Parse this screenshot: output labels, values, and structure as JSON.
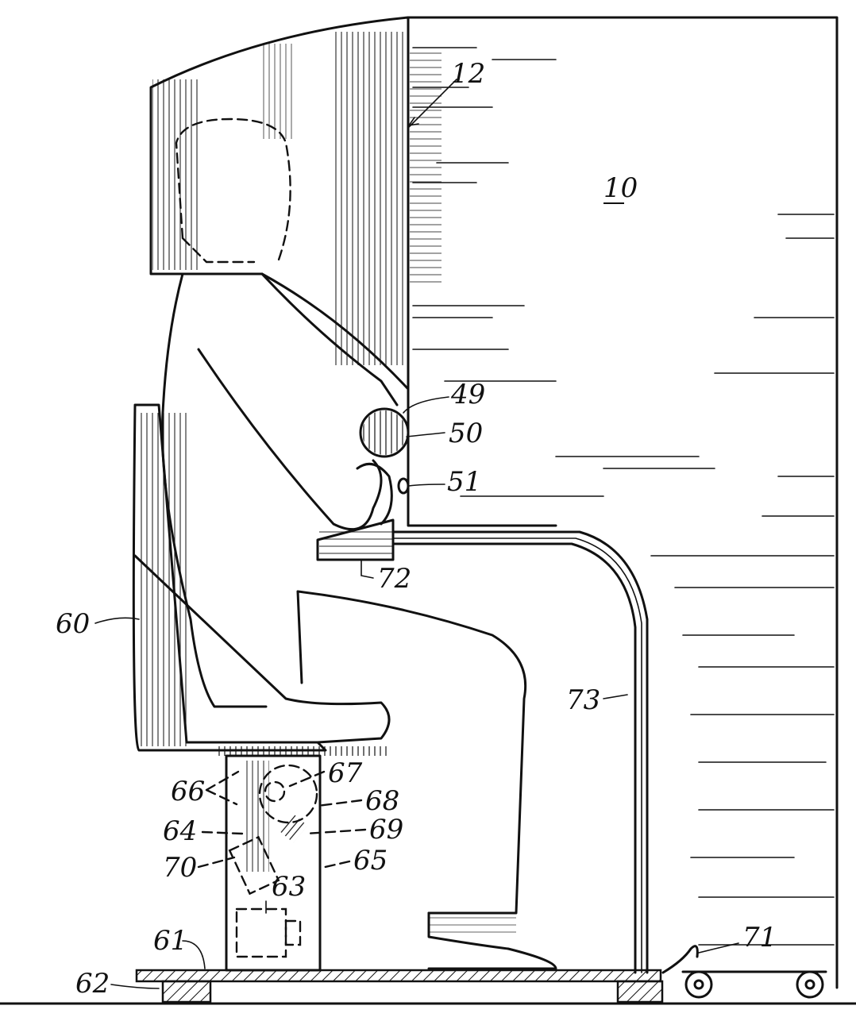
{
  "figure": {
    "reference_numerals": [
      {
        "id": "n12",
        "text": "12"
      },
      {
        "id": "n10",
        "text": "10"
      },
      {
        "id": "n49",
        "text": "49"
      },
      {
        "id": "n50",
        "text": "50"
      },
      {
        "id": "n51",
        "text": "51"
      },
      {
        "id": "n72",
        "text": "72"
      },
      {
        "id": "n60",
        "text": "60"
      },
      {
        "id": "n73",
        "text": "73"
      },
      {
        "id": "n66",
        "text": "66"
      },
      {
        "id": "n67",
        "text": "67"
      },
      {
        "id": "n68",
        "text": "68"
      },
      {
        "id": "n64",
        "text": "64"
      },
      {
        "id": "n69",
        "text": "69"
      },
      {
        "id": "n70",
        "text": "70"
      },
      {
        "id": "n65",
        "text": "65"
      },
      {
        "id": "n63",
        "text": "63"
      },
      {
        "id": "n61",
        "text": "61"
      },
      {
        "id": "n71",
        "text": "71"
      },
      {
        "id": "n62",
        "text": "62"
      }
    ]
  },
  "colors": {
    "ink": "#111111",
    "paper": "#ffffff"
  }
}
